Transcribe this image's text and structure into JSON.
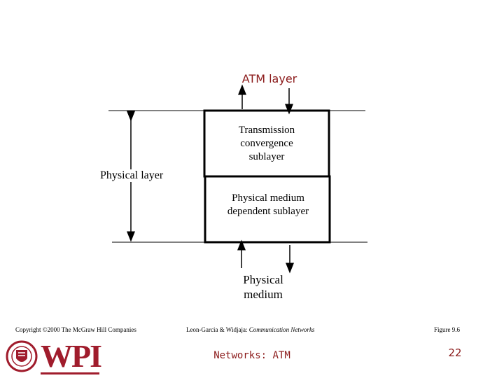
{
  "diagram": {
    "top_label": "ATM layer",
    "tc_sublayer": [
      "Transmission",
      "convergence",
      "sublayer"
    ],
    "pmd_sublayer": [
      "Physical medium",
      "dependent sublayer"
    ],
    "side_label": "Physical layer",
    "bottom_label": [
      "Physical",
      "medium"
    ]
  },
  "footer": {
    "copyright": "Copyright ©2000 The McGraw Hill Companies",
    "citation_authors": "Leon-Garcia & Widjaja:",
    "citation_title": "Communication Networks",
    "figure": "Figure 9.6",
    "course": "Networks: ATM",
    "page_number": "22",
    "logo_text": "WPI"
  },
  "colors": {
    "accent": "#8b1a1a",
    "logo": "#a01c2c"
  }
}
